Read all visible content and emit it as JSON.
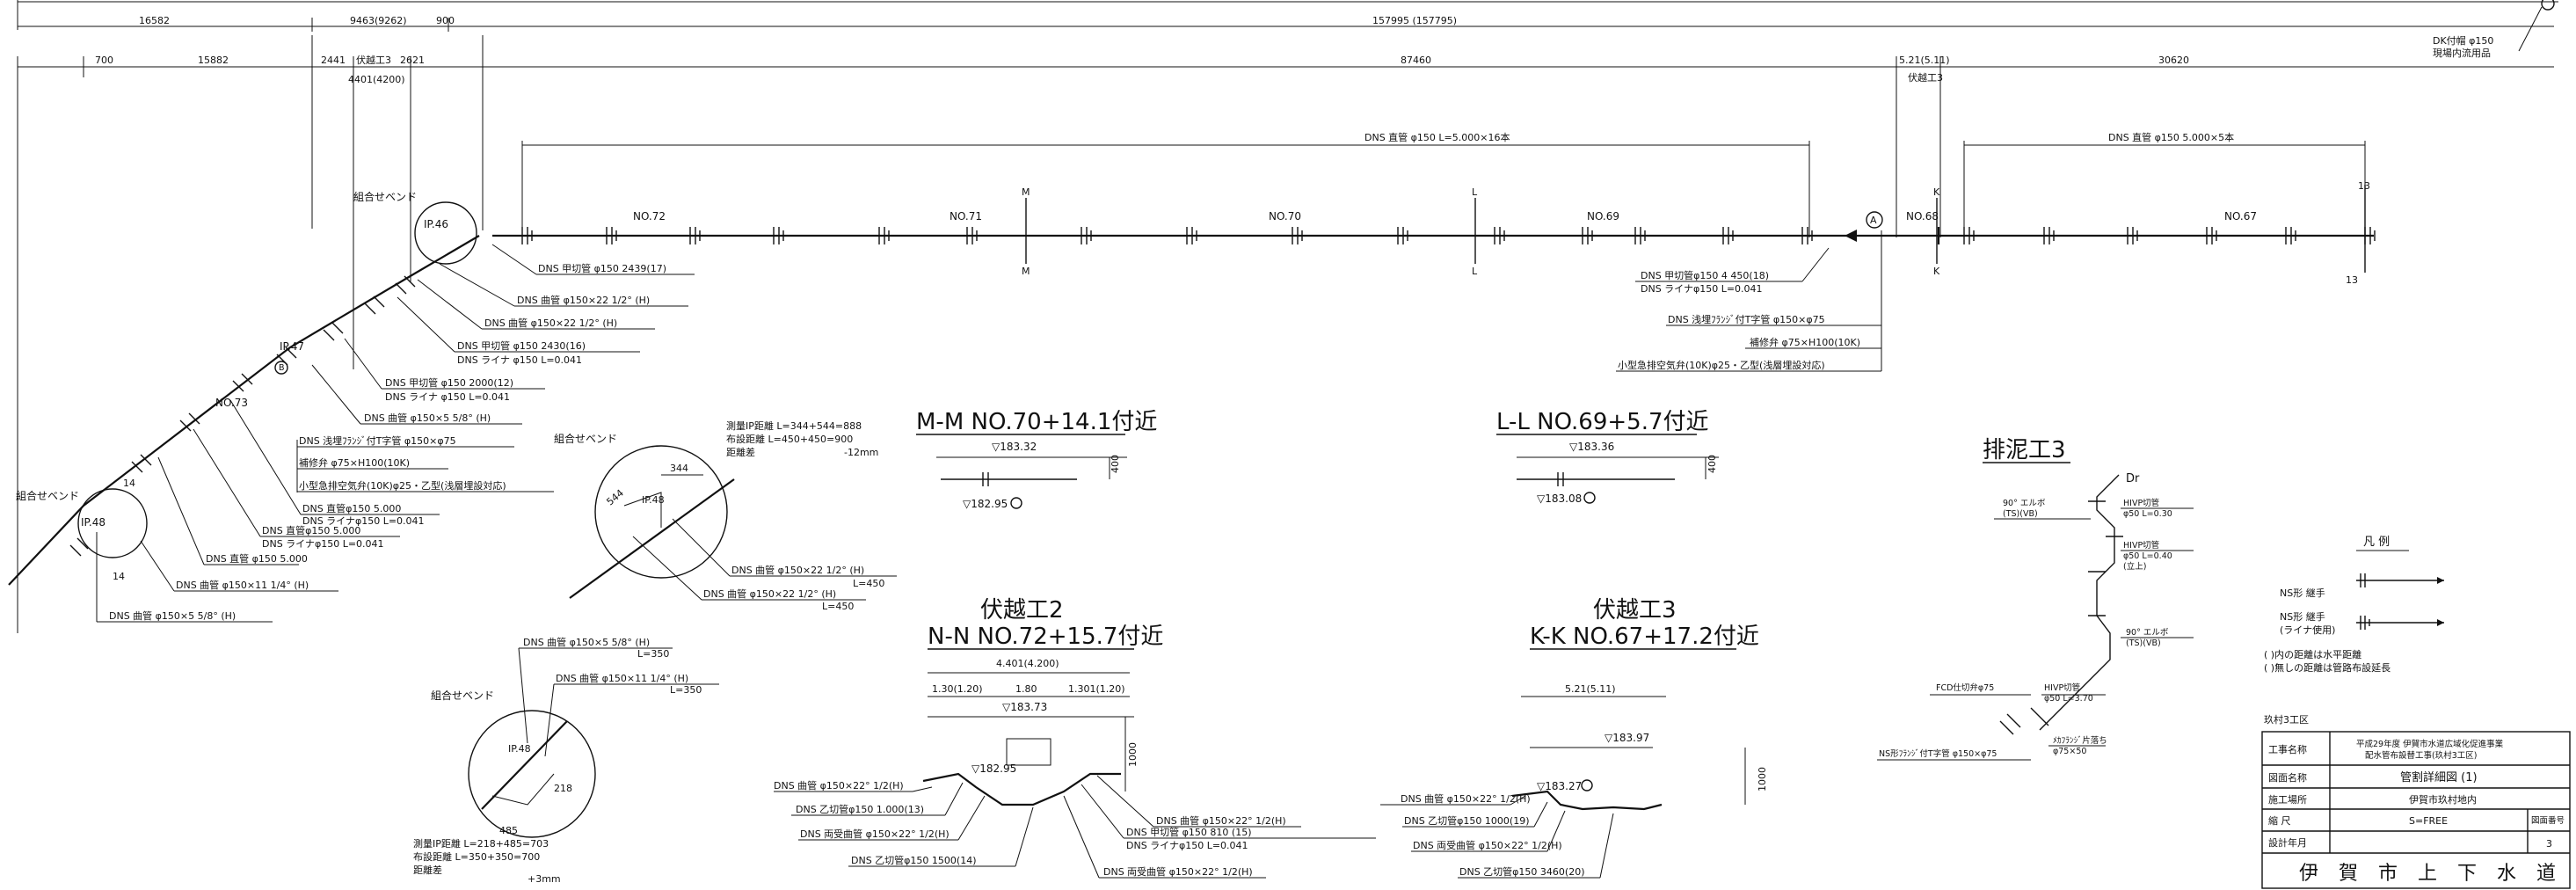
{
  "top_dims": [
    "16582",
    "9463(9262)",
    "900",
    "157995 (157795)"
  ],
  "second_dims": [
    "700",
    "15882",
    "2441",
    "伏越工3",
    "2621",
    "4401(4200)",
    "87460",
    "5.21(5.11)",
    "伏越工3",
    "30620"
  ],
  "top_right_note": [
    "DK付帽 φ150",
    "現場内流用品"
  ],
  "run_dims": [
    "DNS 直管 φ150 L=5.000×16本",
    "DNS 直管 φ150 5.000×5本"
  ],
  "pipe_numbers": [
    "NO.72",
    "NO.71",
    "NO.70",
    "NO.69",
    "NO.68",
    "NO.67",
    "NO.73"
  ],
  "section_letters": [
    "M",
    "M",
    "L",
    "L",
    "K",
    "K",
    "13",
    "13"
  ],
  "ip_labels": [
    "IP.46",
    "IP.47",
    "IP.48",
    "IP.48",
    "IP.48"
  ],
  "combo_bend": [
    "組合せベンド",
    "組合せベンド",
    "組合せベンド",
    "組合せベンド"
  ],
  "marker_a": "A",
  "left_labels": [
    "DNS 甲切管 φ150 2439(17)",
    "DNS 曲管 φ150×22 1/2° (H)",
    "DNS 曲管 φ150×22 1/2° (H)",
    "DNS 甲切管 φ150 2430(16)",
    "DNS ライナ φ150 L=0.041",
    "DNS 甲切管 φ150 2000(12)",
    "DNS ライナ φ150 L=0.041",
    "DNS 曲管 φ150×5 5/8° (H)",
    "DNS 浅埋ﾌﾗﾝｼﾞ付T字管 φ150×φ75",
    "補修弁 φ75×H100(10K)",
    "小型急排空気弁(10K)φ25・乙型(浅層埋設対応)",
    "DNS 直管φ150 5.000",
    "DNS ライナφ150 L=0.041",
    "DNS 直管φ150 5.000",
    "DNS ライナφ150 L=0.041",
    "DNS 直管 φ150 5.000",
    "DNS 曲管 φ150×11 1/4° (H)",
    "DNS 曲管 φ150×5 5/8° (H)"
  ],
  "right_labels": [
    "DNS 甲切管φ150 4 450(18)",
    "DNS ライナφ150 L=0.041",
    "DNS 浅埋ﾌﾗﾝｼﾞ付T字管 φ150×φ75",
    "補修弁 φ75×H100(10K)",
    "小型急排空気弁(10K)φ25・乙型(浅層埋設対応)"
  ],
  "combo_detail_1": {
    "calc": [
      "測量IP距離 L=344+544=888",
      "布設距離 L=450+450=900",
      "距離差",
      "-12mm"
    ],
    "dims": [
      "344",
      "544"
    ],
    "labels": [
      "DNS 曲管 φ150×22 1/2° (H)",
      "L=450",
      "DNS 曲管 φ150×22 1/2° (H)",
      "L=450"
    ]
  },
  "combo_detail_2": {
    "labels": [
      "DNS 曲管 φ150×5 5/8° (H)",
      "L=350",
      "DNS 曲管 φ150×11 1/4° (H)",
      "L=350"
    ],
    "dims": [
      "485",
      "218"
    ],
    "calc": [
      "測量IP距離 L=218+485=703",
      "布設距離 L=350+350=700",
      "距離差",
      "+3mm"
    ]
  },
  "section_mm": {
    "title": "M-M NO.70+14.1付近",
    "level1": "▽183.32",
    "level2": "▽182.95",
    "dim": "400"
  },
  "section_ll": {
    "title": "L-L NO.69+5.7付近",
    "level1": "▽183.36",
    "level2": "▽183.08",
    "dim": "400"
  },
  "section_nn": {
    "title1": "伏越工2",
    "title2": "N-N NO.72+15.7付近",
    "dims": [
      "4.401(4.200)",
      "1.30(1.20)",
      "1.80",
      "1.301(1.20)"
    ],
    "levels": [
      "▽183.73",
      "▽182.95"
    ],
    "vdim": "1000",
    "labels": [
      "DNS 曲管 φ150×22° 1/2(H)",
      "DNS 乙切管φ150 1.000(13)",
      "DNS 両受曲管 φ150×22° 1/2(H)",
      "DNS 乙切管φ150 1500(14)",
      "DNS 曲管 φ150×22° 1/2(H)",
      "DNS 甲切管 φ150 810 (15)",
      "DNS ライナφ150 L=0.041",
      "DNS 両受曲管 φ150×22° 1/2(H)"
    ]
  },
  "section_kk": {
    "title1": "伏越工3",
    "title2": "K-K NO.67+17.2付近",
    "dims": [
      "5.21(5.11)"
    ],
    "levels": [
      "▽183.97",
      "▽183.27"
    ],
    "vdim": "1000",
    "labels": [
      "DNS 曲管 φ150×22° 1/2(H)",
      "DNS 乙切管φ150 1000(19)",
      "DNS 両受曲管 φ150×22° 1/2(H)",
      "DNS 乙切管φ150 3460(20)"
    ]
  },
  "drain": {
    "title": "排泥工3",
    "dr": "Dr",
    "labels": [
      "90° エルボ",
      "(TS)(VB)",
      "HIVP切管",
      "φ50 L=0.30",
      "HIVP切管",
      "φ50 L=0.40",
      "(立上)",
      "90° エルボ",
      "(TS)(VB)",
      "FCD仕切弁φ75",
      "HIVP切管",
      "φ50 L=3.70",
      "NS形ﾌﾗﾝｼﾞ付T字管 φ150×φ75",
      "ﾒｶﾌﾗﾝｼﾞ片落ち",
      "φ75×50"
    ]
  },
  "legend": {
    "title": "凡 例",
    "items": [
      "NS形 継手",
      "NS形 継手",
      "(ライナ使用)"
    ],
    "notes": [
      "( )内の距離は水平距離",
      "( )無しの距離は管路布設延長"
    ]
  },
  "title_block": {
    "area": "玖村3工区",
    "rows": [
      {
        "label": "工事名称",
        "value": "平成29年度 伊賀市水道広域化促進事業",
        "value2": "配水管布設替工事(玖村3工区)"
      },
      {
        "label": "図面名称",
        "value": "管割詳細図 (1)"
      },
      {
        "label": "施工場所",
        "value": "伊賀市玖村地内"
      },
      {
        "label": "縮 尺",
        "value": "S=FREE",
        "extra_label": "図面番号",
        "extra_value": "3"
      },
      {
        "label": "設計年月",
        "value": ""
      }
    ],
    "org": "伊 賀 市 上 下 水 道 部"
  }
}
